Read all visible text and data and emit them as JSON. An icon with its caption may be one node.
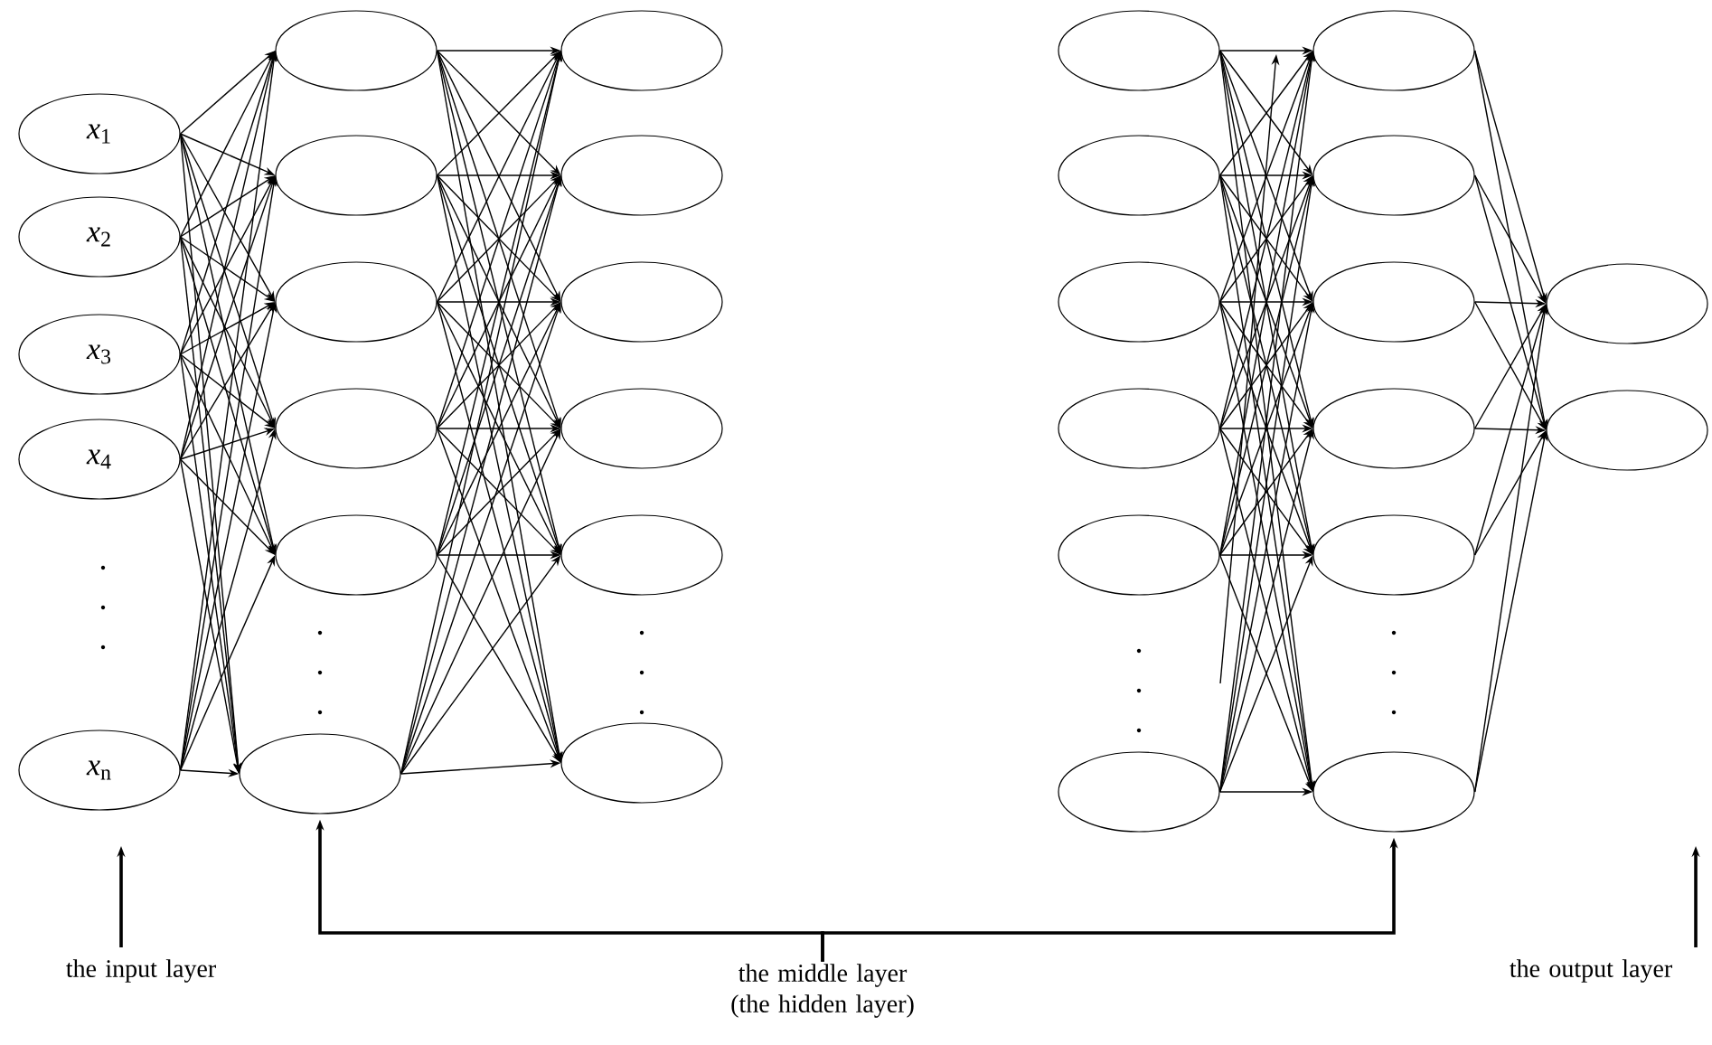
{
  "diagram": {
    "nodes": [
      {
        "text": [
          "*x*$_{1}$"
        ]
      },
      {
        "text": [
          "*x*$_{2}$"
        ]
      },
      {
        "text": [
          "*x*$_{3}$"
        ]
      },
      {
        "text": [
          "*x*$_{4}$"
        ]
      },
      {
        "text": [
          "*x*$_{n}$"
        ]
      },
      {
        "text": [],
        "shape": "ellipse"
      },
      {
        "text": [],
        "shape": "ellipse"
      },
      {
        "text": [],
        "shape": "ellipse"
      },
      {
        "text": [],
        "shape": "ellipse"
      },
      {
        "text": [],
        "shape": "ellipse"
      },
      {
        "text": [],
        "shape": "ellipse"
      },
      {
        "text": [],
        "shape": "ellipse"
      },
      {
        "text": [],
        "shape": "ellipse"
      },
      {
        "text": [],
        "shape": "ellipse"
      },
      {
        "text": [],
        "shape": "ellipse"
      },
      {
        "text": [],
        "shape": "ellipse"
      },
      {
        "text": [],
        "shape": "ellipse"
      },
      {
        "text": [],
        "shape": "ellipse"
      },
      {
        "text": [],
        "shape": "ellipse"
      },
      {
        "text": [],
        "shape": "ellipse"
      },
      {
        "text": [],
        "shape": "ellipse"
      },
      {
        "text": [],
        "shape": "ellipse"
      },
      {
        "text": [],
        "shape": "ellipse"
      },
      {
        "text": [],
        "shape": "ellipse"
      },
      {
        "text": [],
        "shape": "ellipse"
      },
      {
        "text": [],
        "shape": "ellipse"
      },
      {
        "text": [],
        "shape": "ellipse"
      },
      {
        "text": [],
        "shape": "ellipse"
      },
      {
        "text": [],
        "shape": "ellipse"
      },
      {
        "text": [],
        "shape": "ellipse"
      },
      {
        "text": [],
        "shape": "ellipse"
      },
      {
        "text": [
          "the input layer"
        ]
      },
      {
        "text": [
          "the middle layer (the hidden layer)"
        ]
      },
      {
        "text": [
          "the output layer"
        ]
      }
    ],
    "edges": [
      {
        "from": 0,
        "to": 5,
        "arrow": "to"
      },
      {
        "from": 0,
        "to": 6,
        "arrow": "to"
      },
      {
        "from": 0,
        "to": 7,
        "arrow": "to"
      },
      {
        "from": 0,
        "to": 8,
        "arrow": "to"
      },
      {
        "from": 0,
        "to": 9,
        "arrow": "to"
      },
      {
        "from": 0,
        "to": 10,
        "arrow": "to"
      },
      {
        "from": 1,
        "to": 5,
        "arrow": "to"
      },
      {
        "from": 1,
        "to": 6,
        "arrow": "to"
      },
      {
        "from": 1,
        "to": 7,
        "arrow": "to"
      },
      {
        "from": 1,
        "to": 8,
        "arrow": "to"
      },
      {
        "from": 1,
        "to": 9,
        "arrow": "to"
      },
      {
        "from": 1,
        "to": 10,
        "arrow": "to"
      },
      {
        "from": 2,
        "to": 5,
        "arrow": "to"
      },
      {
        "from": 2,
        "to": 6,
        "arrow": "to"
      },
      {
        "from": 2,
        "to": 7,
        "arrow": "to"
      },
      {
        "from": 2,
        "to": 8,
        "arrow": "to"
      },
      {
        "from": 2,
        "to": 9,
        "arrow": "to"
      },
      {
        "from": 2,
        "to": 10,
        "arrow": "to"
      },
      {
        "from": 3,
        "to": 5,
        "arrow": "to"
      },
      {
        "from": 3,
        "to": 6,
        "arrow": "to"
      },
      {
        "from": 3,
        "to": 7,
        "arrow": "to"
      },
      {
        "from": 3,
        "to": 8,
        "arrow": "to"
      },
      {
        "from": 3,
        "to": 9,
        "arrow": "to"
      },
      {
        "from": 3,
        "to": 10,
        "arrow": "to"
      },
      {
        "from": 4,
        "to": 5,
        "arrow": "to"
      },
      {
        "from": 4,
        "to": 6,
        "arrow": "to"
      },
      {
        "from": 4,
        "to": 7,
        "arrow": "to"
      },
      {
        "from": 4,
        "to": 8,
        "arrow": "to"
      },
      {
        "from": 4,
        "to": 9,
        "arrow": "to"
      },
      {
        "from": 4,
        "to": 10,
        "arrow": "to"
      },
      {
        "from": 5,
        "to": 11,
        "arrow": "to"
      },
      {
        "from": 5,
        "to": 12,
        "arrow": "to"
      },
      {
        "from": 5,
        "to": 13,
        "arrow": "to"
      },
      {
        "from": 5,
        "to": 14,
        "arrow": "to"
      },
      {
        "from": 5,
        "to": 15,
        "arrow": "to"
      },
      {
        "from": 5,
        "to": 16,
        "arrow": "to"
      },
      {
        "from": 6,
        "to": 11,
        "arrow": "to"
      },
      {
        "from": 6,
        "to": 12,
        "arrow": "to"
      },
      {
        "from": 6,
        "to": 13,
        "arrow": "to"
      },
      {
        "from": 6,
        "to": 14,
        "arrow": "to"
      },
      {
        "from": 6,
        "to": 15,
        "arrow": "to"
      },
      {
        "from": 6,
        "to": 16,
        "arrow": "to"
      },
      {
        "from": 7,
        "to": 11,
        "arrow": "to"
      },
      {
        "from": 7,
        "to": 12,
        "arrow": "to"
      },
      {
        "from": 7,
        "to": 13,
        "arrow": "to"
      },
      {
        "from": 7,
        "to": 14,
        "arrow": "to"
      },
      {
        "from": 7,
        "to": 15,
        "arrow": "to"
      },
      {
        "from": 7,
        "to": 16,
        "arrow": "to"
      },
      {
        "from": 8,
        "to": 11,
        "arrow": "to"
      },
      {
        "from": 8,
        "to": 12,
        "arrow": "to"
      },
      {
        "from": 8,
        "to": 13,
        "arrow": "to"
      },
      {
        "from": 8,
        "to": 14,
        "arrow": "to"
      },
      {
        "from": 8,
        "to": 15,
        "arrow": "to"
      },
      {
        "from": 8,
        "to": 16,
        "arrow": "to"
      },
      {
        "from": 9,
        "to": 11,
        "arrow": "to"
      },
      {
        "from": 9,
        "to": 12,
        "arrow": "to"
      },
      {
        "from": 9,
        "to": 13,
        "arrow": "to"
      },
      {
        "from": 9,
        "to": 14,
        "arrow": "to"
      },
      {
        "from": 9,
        "to": 15,
        "arrow": "to"
      },
      {
        "from": 9,
        "to": 16,
        "arrow": "to"
      },
      {
        "from": 10,
        "to": 11,
        "arrow": "to"
      },
      {
        "from": 10,
        "to": 12,
        "arrow": "to"
      },
      {
        "from": 10,
        "to": 13,
        "arrow": "to"
      },
      {
        "from": 10,
        "to": 14,
        "arrow": "to"
      },
      {
        "from": 10,
        "to": 15,
        "arrow": "to"
      },
      {
        "from": 10,
        "to": 16,
        "arrow": "to"
      },
      {
        "from": 17,
        "to": 23,
        "arrow": "to"
      },
      {
        "from": 17,
        "to": 24,
        "arrow": "to"
      },
      {
        "from": 17,
        "to": 25,
        "arrow": "to"
      },
      {
        "from": 17,
        "to": 26,
        "arrow": "to"
      },
      {
        "from": 17,
        "to": 27,
        "arrow": "to"
      },
      {
        "from": 17,
        "to": 28,
        "arrow": "to"
      },
      {
        "from": 18,
        "to": 23,
        "arrow": "to"
      },
      {
        "from": 18,
        "to": 24,
        "arrow": "to"
      },
      {
        "from": 18,
        "to": 25,
        "arrow": "to"
      },
      {
        "from": 18,
        "to": 26,
        "arrow": "to"
      },
      {
        "from": 18,
        "to": 27,
        "arrow": "to"
      },
      {
        "from": 18,
        "to": 28,
        "arrow": "to"
      },
      {
        "from": 19,
        "to": 23,
        "arrow": "to"
      },
      {
        "from": 19,
        "to": 24,
        "arrow": "to"
      },
      {
        "from": 19,
        "to": 25,
        "arrow": "to"
      },
      {
        "from": 19,
        "to": 26,
        "arrow": "to"
      },
      {
        "from": 19,
        "to": 27,
        "arrow": "to"
      },
      {
        "from": 19,
        "to": 28,
        "arrow": "to"
      },
      {
        "from": 20,
        "to": 23,
        "arrow": "to"
      },
      {
        "from": 20,
        "to": 24,
        "arrow": "to"
      },
      {
        "from": 20,
        "to": 25,
        "arrow": "to"
      },
      {
        "from": 20,
        "to": 26,
        "arrow": "to"
      },
      {
        "from": 20,
        "to": 27,
        "arrow": "to"
      },
      {
        "from": 20,
        "to": 28,
        "arrow": "to"
      },
      {
        "from": 21,
        "to": 23,
        "arrow": "to"
      },
      {
        "from": 21,
        "to": 24,
        "arrow": "to"
      },
      {
        "from": 21,
        "to": 25,
        "arrow": "to"
      },
      {
        "from": 21,
        "to": 26,
        "arrow": "to"
      },
      {
        "from": 21,
        "to": 27,
        "arrow": "to"
      },
      {
        "from": 21,
        "to": 28,
        "arrow": "to"
      },
      {
        "from": 22,
        "to": 23,
        "arrow": "to"
      },
      {
        "from": 22,
        "to": 24,
        "arrow": "to"
      },
      {
        "from": 22,
        "to": 25,
        "arrow": "to"
      },
      {
        "from": 22,
        "to": 26,
        "arrow": "to"
      },
      {
        "from": 22,
        "to": 27,
        "arrow": "to"
      },
      {
        "from": 22,
        "to": 28,
        "arrow": "to"
      },
      {
        "from": 23,
        "to": 29,
        "arrow": "to"
      },
      {
        "from": 23,
        "to": 30,
        "arrow": "to"
      },
      {
        "from": 24,
        "to": 29,
        "arrow": "to"
      },
      {
        "from": 24,
        "to": 30,
        "arrow": "to"
      },
      {
        "from": 25,
        "to": 29,
        "arrow": "to"
      },
      {
        "from": 25,
        "to": 30,
        "arrow": "to"
      },
      {
        "from": 26,
        "to": 29,
        "arrow": "to"
      },
      {
        "from": 26,
        "to": 30,
        "arrow": "to"
      },
      {
        "from": 27,
        "to": 29,
        "arrow": "to"
      },
      {
        "from": 27,
        "to": 30,
        "arrow": "to"
      },
      {
        "from": 28,
        "to": 29,
        "arrow": "to"
      },
      {
        "from": 28,
        "to": 30,
        "arrow": "to"
      },
      {
        "from": 31,
        "to": null,
        "arrow": "to"
      },
      {
        "from": 32,
        "to": 10,
        "arrow": "to"
      },
      {
        "from": 32,
        "to": 28,
        "arrow": "to"
      },
      {
        "from": 33,
        "to": null,
        "arrow": "to"
      }
    ]
  }
}
